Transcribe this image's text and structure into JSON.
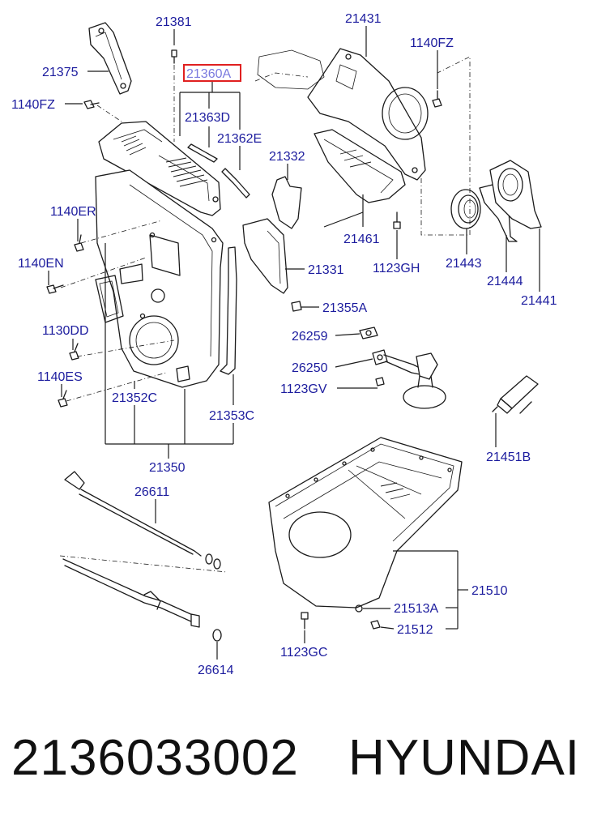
{
  "diagram": {
    "highlighted_label": "21360A",
    "labels": {
      "l21381": "21381",
      "l21375": "21375",
      "l1140fz_a": "1140FZ",
      "l21360a": "21360A",
      "l21363d": "21363D",
      "l21362e": "21362E",
      "l21431": "21431",
      "l1140fz_b": "1140FZ",
      "l21332": "21332",
      "l1140er": "1140ER",
      "l1140en": "1140EN",
      "l21331": "21331",
      "l21461": "21461",
      "l1123gh": "1123GH",
      "l21443": "21443",
      "l21444": "21444",
      "l21441": "21441",
      "l21355a": "21355A",
      "l1130dd": "1130DD",
      "l26259": "26259",
      "l26250": "26250",
      "l1140es": "1140ES",
      "l1123gv": "1123GV",
      "l21352c": "21352C",
      "l21353c": "21353C",
      "l21451b": "21451B",
      "l21350": "21350",
      "l26611": "26611",
      "l21510": "21510",
      "l21513a": "21513A",
      "l21512": "21512",
      "l1123gc": "1123GC",
      "l26614": "26614"
    }
  },
  "footer": {
    "part_number": "2136033002",
    "brand": "HYUNDAI"
  }
}
